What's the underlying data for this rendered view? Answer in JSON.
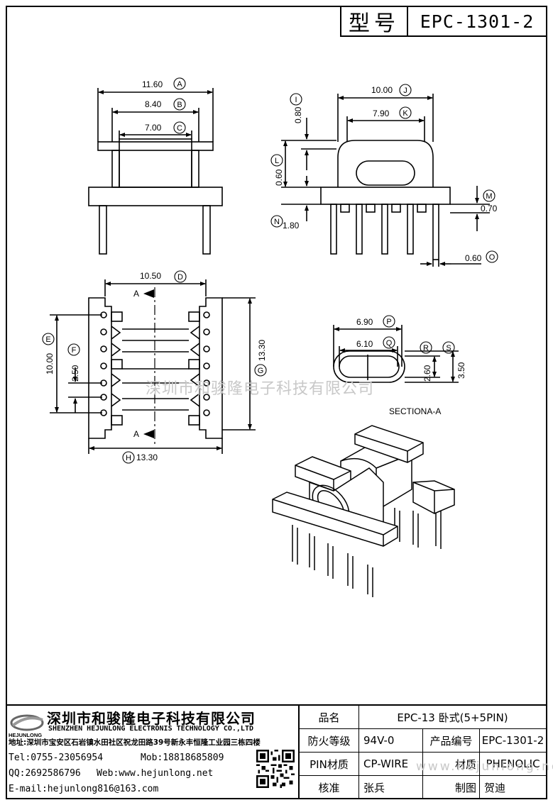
{
  "title_block": {
    "label": "型号",
    "model": "EPC-1301-2"
  },
  "watermarks": {
    "center": "深圳市和骏隆电子科技有限公司",
    "footer": "www.hejunlong.net"
  },
  "dimensions": {
    "A": {
      "value": "11.60",
      "letter": "A"
    },
    "B": {
      "value": "8.40",
      "letter": "B"
    },
    "C": {
      "value": "7.00",
      "letter": "C"
    },
    "D": {
      "value": "10.50",
      "letter": "D"
    },
    "E": {
      "value": "10.00",
      "letter": "E"
    },
    "F": {
      "value": "2.50",
      "letter": "F"
    },
    "G": {
      "value": "13.30",
      "letter": "G"
    },
    "H": {
      "value": "13.30",
      "letter": "H"
    },
    "I": {
      "value": "0.80",
      "letter": "I"
    },
    "J": {
      "value": "10.00",
      "letter": "J"
    },
    "K": {
      "value": "7.90",
      "letter": "K"
    },
    "L": {
      "value": "0.60",
      "letter": "L"
    },
    "M": {
      "value": "0.70",
      "letter": "M"
    },
    "N": {
      "value": "1.80",
      "letter": "N"
    },
    "O": {
      "value": "0.60",
      "letter": "O"
    },
    "P": {
      "value": "6.90",
      "letter": "P"
    },
    "Q": {
      "value": "6.10",
      "letter": "Q"
    },
    "R": {
      "value": "2.60",
      "letter": "R"
    },
    "S": {
      "value": "3.50",
      "letter": "S"
    }
  },
  "section_marker": "A",
  "section_label": "SECTIONA-A",
  "company": {
    "logo_text": "HEJUNLONG",
    "cn_name": "深圳市和骏隆电子科技有限公司",
    "en_name": "SHENZHEN HEJUNLONG ELECTRONIS TECHNOLOGY CO.,LTD",
    "address": "地址:深圳市宝安区石岩镇水田社区祝龙田路39号新永丰恒隆工业园三栋四楼",
    "tel": "Tel:0755-23056954",
    "mob": "Mob:18818685809",
    "qq": "QQ:2692586796",
    "web": "Web:www.hejunlong.net",
    "email": "E-mail:hejunlong816@163.com"
  },
  "spec": {
    "name_label": "品名",
    "name_value": "EPC-13 卧式(5+5PIN)",
    "fire_label": "防火等级",
    "fire_value": "94V-0",
    "code_label": "产品编号",
    "code_value": "EPC-1301-2",
    "pin_label": "PIN材质",
    "pin_value": "CP-WIRE",
    "material_label": "材质",
    "material_value": "PHENOLIC",
    "check_label": "核准",
    "check_value": "张兵",
    "draw_label": "制图",
    "draw_value": "贺迪"
  }
}
